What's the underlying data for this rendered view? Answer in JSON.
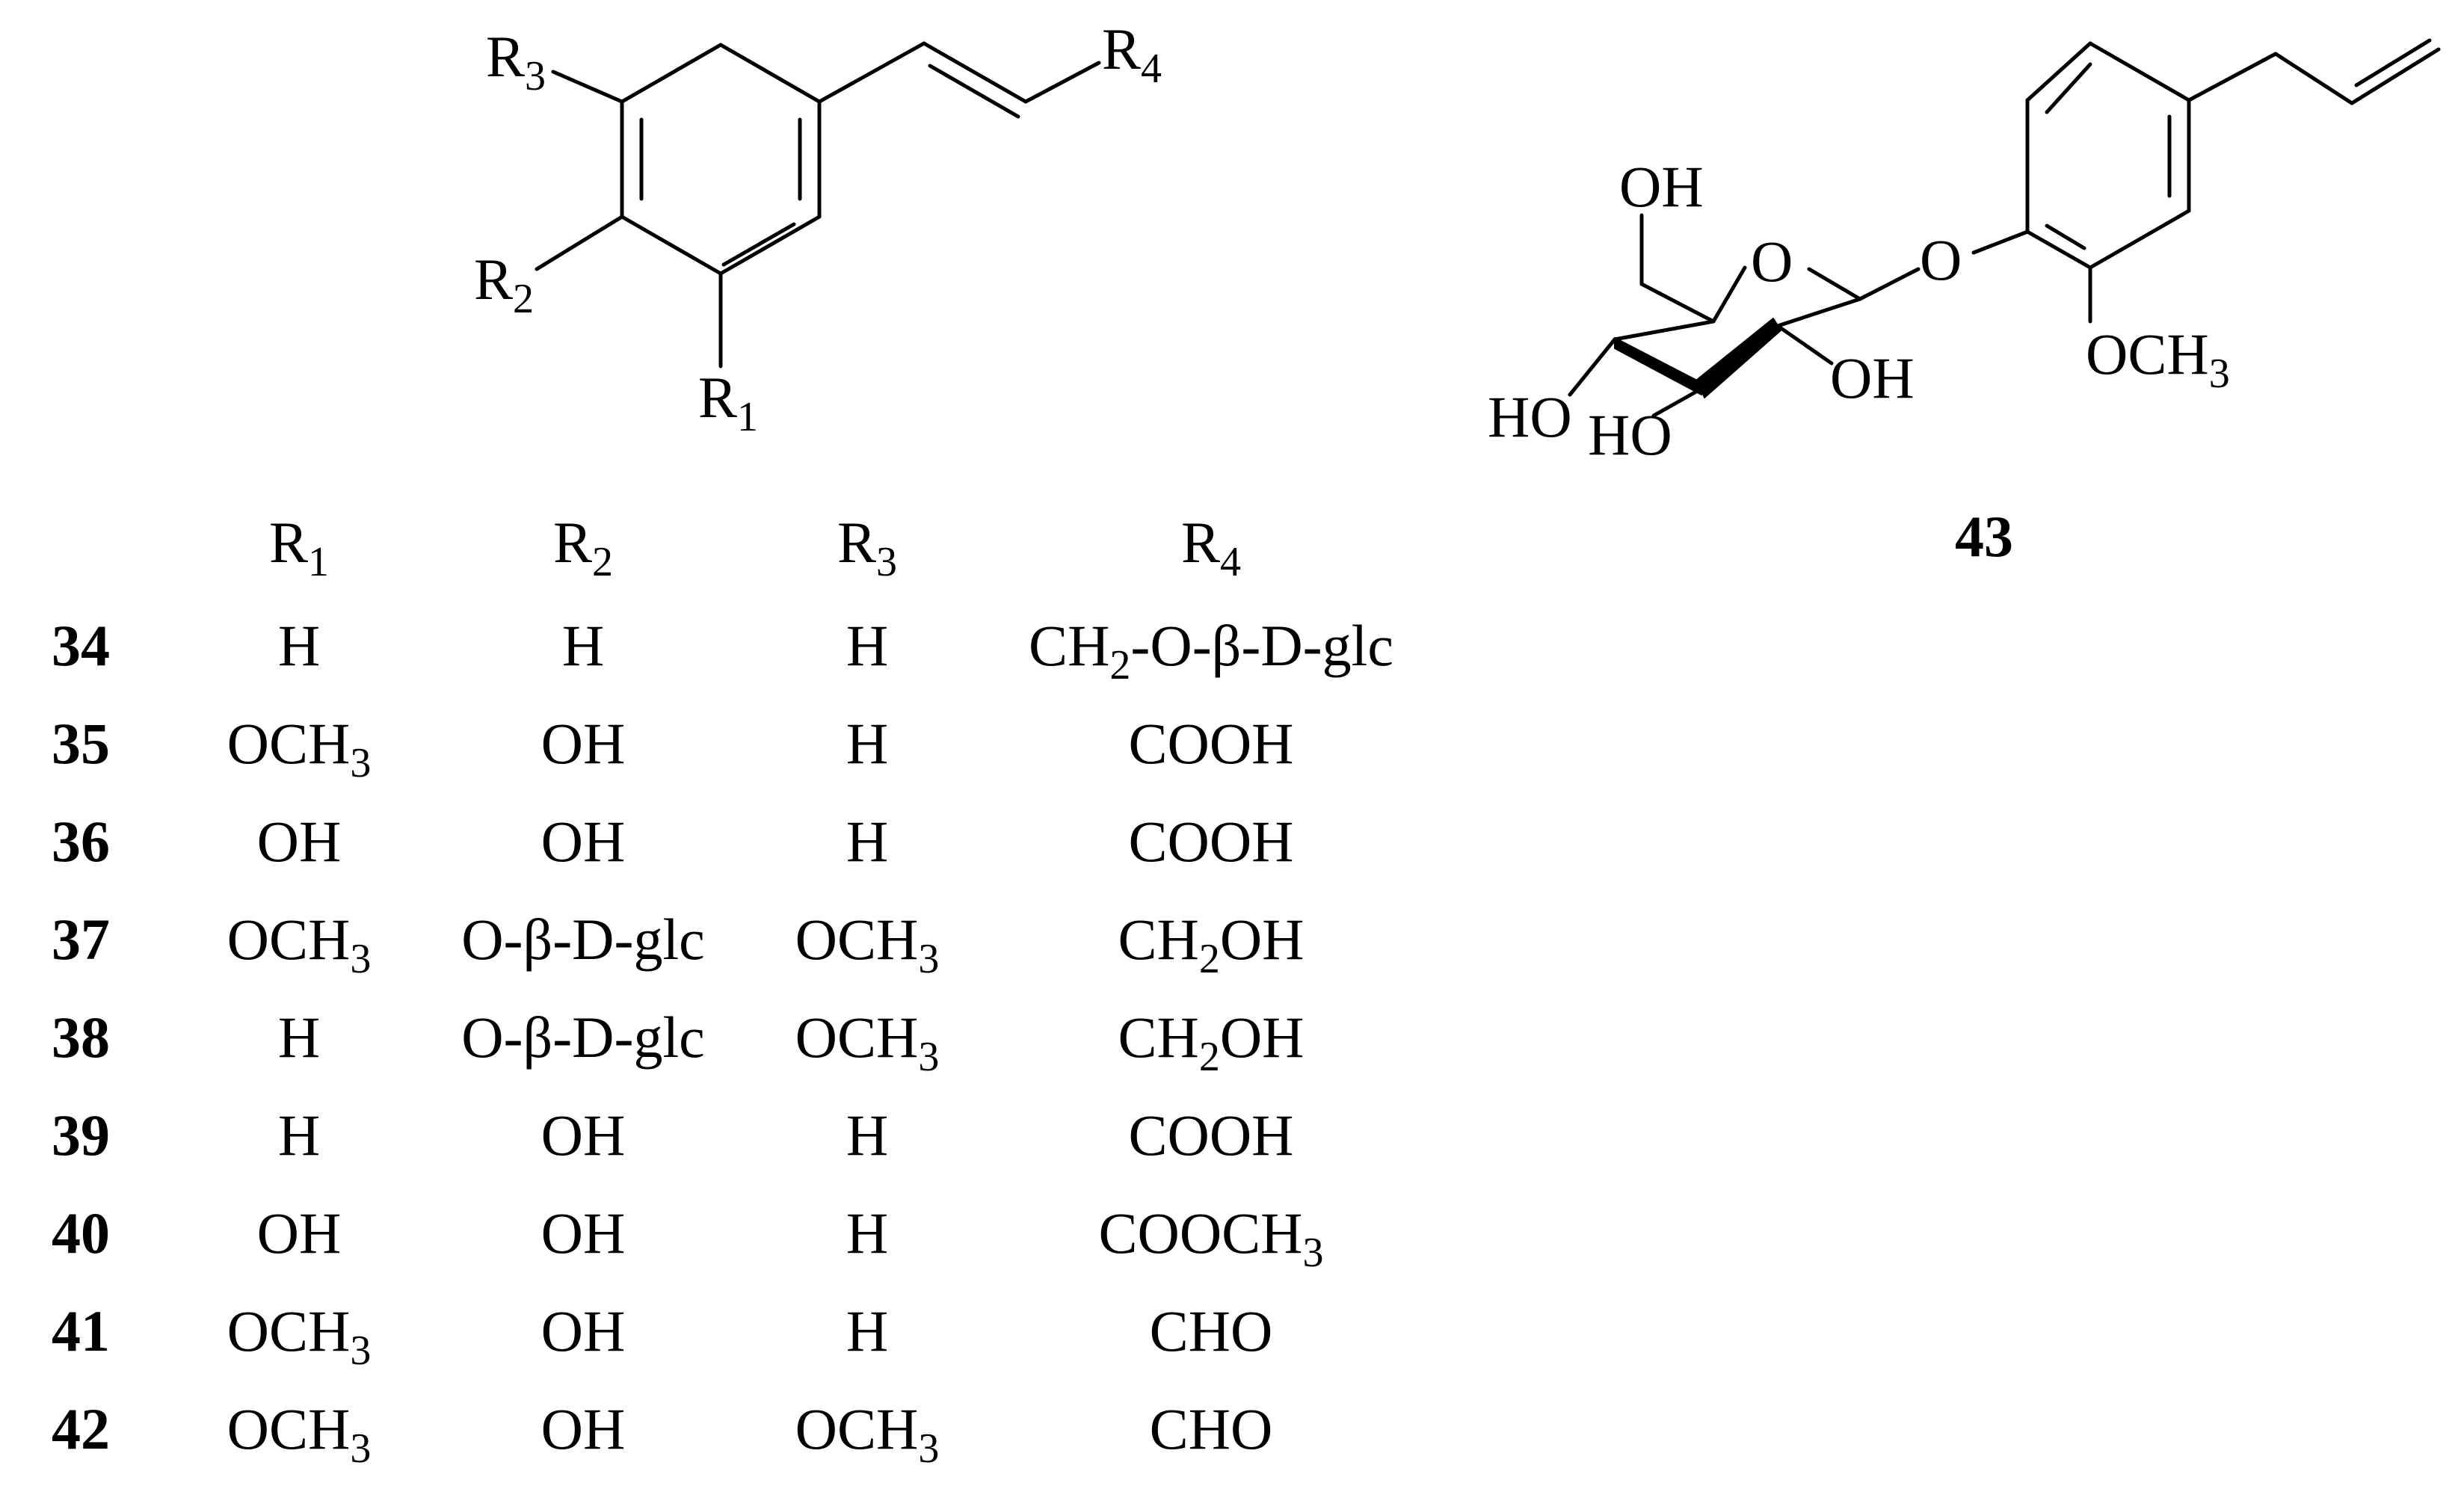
{
  "structure_a": {
    "labels": {
      "r3": {
        "base": "R",
        "sub": "3"
      },
      "r4": {
        "base": "R",
        "sub": "4"
      },
      "r2": {
        "base": "R",
        "sub": "2"
      },
      "r1": {
        "base": "R",
        "sub": "1"
      }
    }
  },
  "structure_b": {
    "compound_number": "43",
    "labels": {
      "oh_top": "OH",
      "ring_o": "O",
      "glyco_o": "O",
      "oh_c2": "OH",
      "ho_c4": "HO",
      "ho_c3": "HO",
      "och3": {
        "base": "OCH",
        "sub": "3"
      }
    }
  },
  "table": {
    "headers": [
      {
        "base": "R",
        "sub": "1"
      },
      {
        "base": "R",
        "sub": "2"
      },
      {
        "base": "R",
        "sub": "3"
      },
      {
        "base": "R",
        "sub": "4"
      }
    ],
    "rows": [
      {
        "id": "34",
        "cells": [
          {
            "t": "H"
          },
          {
            "t": "H"
          },
          {
            "t": "H"
          },
          {
            "t": "CH",
            "s": "2",
            "a": "-O-β-D-glc"
          }
        ]
      },
      {
        "id": "35",
        "cells": [
          {
            "t": "OCH",
            "s": "3"
          },
          {
            "t": "OH"
          },
          {
            "t": "H"
          },
          {
            "t": "COOH"
          }
        ]
      },
      {
        "id": "36",
        "cells": [
          {
            "t": "OH"
          },
          {
            "t": "OH"
          },
          {
            "t": "H"
          },
          {
            "t": "COOH"
          }
        ]
      },
      {
        "id": "37",
        "cells": [
          {
            "t": "OCH",
            "s": "3"
          },
          {
            "t": "O-β-D-glc"
          },
          {
            "t": "OCH",
            "s": "3"
          },
          {
            "t": "CH",
            "s": "2",
            "a": "OH"
          }
        ]
      },
      {
        "id": "38",
        "cells": [
          {
            "t": "H"
          },
          {
            "t": "O-β-D-glc"
          },
          {
            "t": "OCH",
            "s": "3"
          },
          {
            "t": "CH",
            "s": "2",
            "a": "OH"
          }
        ]
      },
      {
        "id": "39",
        "cells": [
          {
            "t": "H"
          },
          {
            "t": "OH"
          },
          {
            "t": "H"
          },
          {
            "t": "COOH"
          }
        ]
      },
      {
        "id": "40",
        "cells": [
          {
            "t": "OH"
          },
          {
            "t": "OH"
          },
          {
            "t": "H"
          },
          {
            "t": "COOCH",
            "s": "3"
          }
        ]
      },
      {
        "id": "41",
        "cells": [
          {
            "t": "OCH",
            "s": "3"
          },
          {
            "t": "OH"
          },
          {
            "t": "H"
          },
          {
            "t": "CHO"
          }
        ]
      },
      {
        "id": "42",
        "cells": [
          {
            "t": "OCH",
            "s": "3"
          },
          {
            "t": "OH"
          },
          {
            "t": "OCH",
            "s": "3"
          },
          {
            "t": "CHO"
          }
        ]
      }
    ]
  }
}
